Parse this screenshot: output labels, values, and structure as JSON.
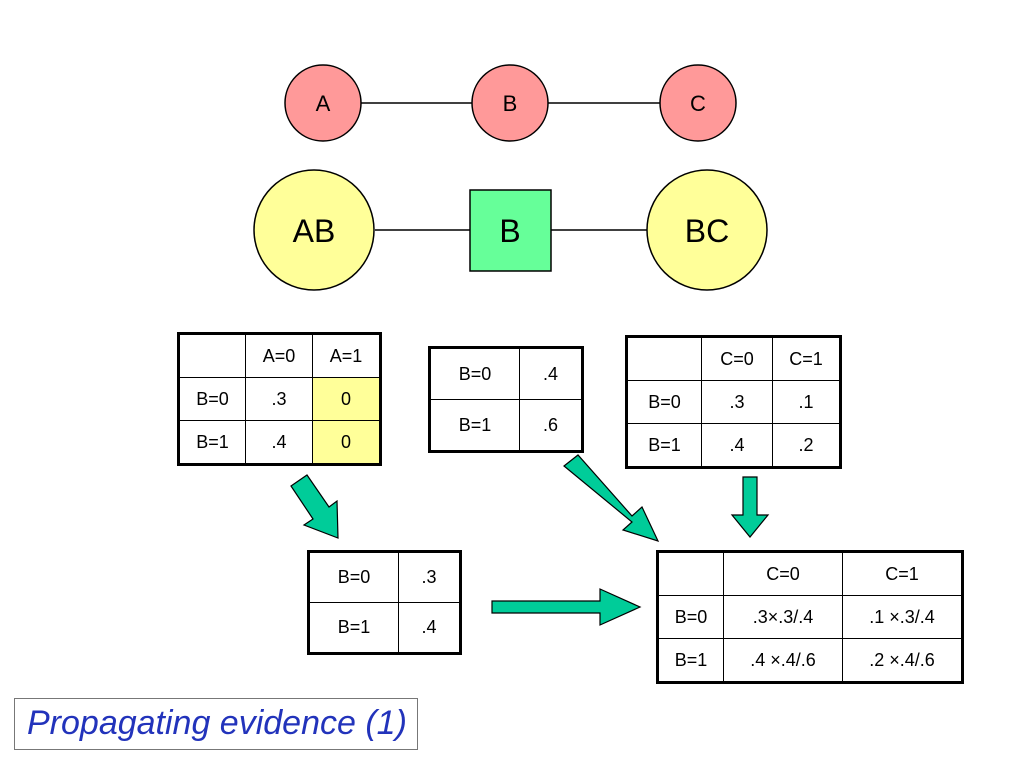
{
  "graph": {
    "nodes": [
      "A",
      "B",
      "C"
    ],
    "colors": {
      "variable": "#ff9999",
      "clique": "#ffff99",
      "separator": "#66ff99",
      "arrow": "#00cc99",
      "caption": "#2233bb"
    }
  },
  "junction_tree": {
    "clique_left": "AB",
    "separator": "B",
    "clique_right": "BC"
  },
  "tables": {
    "ab": {
      "header": [
        "",
        "A=0",
        "A=1"
      ],
      "rows": [
        [
          "B=0",
          ".3",
          "0"
        ],
        [
          "B=1",
          ".4",
          "0"
        ]
      ]
    },
    "b_sep": {
      "rows": [
        [
          "B=0",
          ".4"
        ],
        [
          "B=1",
          ".6"
        ]
      ]
    },
    "bc": {
      "header": [
        "",
        "C=0",
        "C=1"
      ],
      "rows": [
        [
          "B=0",
          ".3",
          ".1"
        ],
        [
          "B=1",
          ".4",
          ".2"
        ]
      ]
    },
    "b_new": {
      "rows": [
        [
          "B=0",
          ".3"
        ],
        [
          "B=1",
          ".4"
        ]
      ]
    },
    "bc_new": {
      "header": [
        "",
        "C=0",
        "C=1"
      ],
      "rows": [
        [
          "B=0",
          ".3×.3/.4",
          ".1 ×.3/.4"
        ],
        [
          "B=1",
          ".4 ×.4/.6",
          ".2 ×.4/.6"
        ]
      ]
    }
  },
  "caption": "Propagating evidence (1)"
}
